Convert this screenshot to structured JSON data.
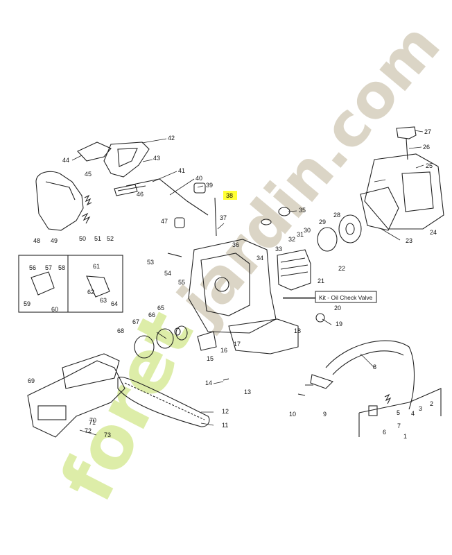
{
  "diagram": {
    "parts": [
      "1",
      "2",
      "3",
      "4",
      "5",
      "6",
      "7",
      "8",
      "9",
      "10",
      "11",
      "12",
      "13",
      "14",
      "15",
      "16",
      "17",
      "18",
      "19",
      "20",
      "21",
      "22",
      "23",
      "24",
      "25",
      "26",
      "27",
      "28",
      "29",
      "30",
      "31",
      "32",
      "33",
      "34",
      "35",
      "36",
      "37",
      "38",
      "39",
      "40",
      "41",
      "42",
      "43",
      "44",
      "45",
      "46",
      "47",
      "48",
      "49",
      "50",
      "51",
      "52",
      "53",
      "54",
      "55",
      "56",
      "57",
      "58",
      "59",
      "60",
      "61",
      "62",
      "63",
      "64",
      "65",
      "66",
      "67",
      "68",
      "69",
      "70",
      "71",
      "72",
      "73"
    ],
    "highlighted_part": "38",
    "callout_label": "Kit - Oil Check Valve",
    "highlight_color": "#ffff33"
  },
  "watermark": {
    "text_left": "foret",
    "text_right": "jardin.com",
    "color_green": "#d8eb9a",
    "color_tan": "#cfc7b3",
    "color_orange": "#f4c79a"
  }
}
